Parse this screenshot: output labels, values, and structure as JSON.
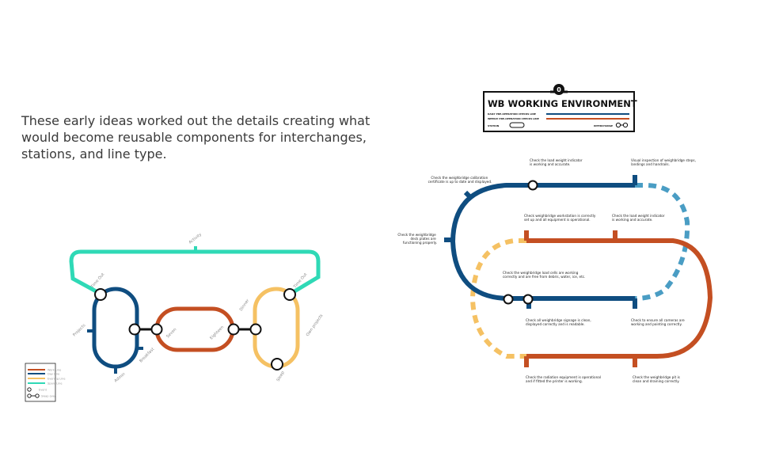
{
  "intro_text": "These early ideas worked out the details creating what would become reusable components for interchanges, stations, and line type.",
  "colors": {
    "work": "#c44f22",
    "day": "#0f4d80",
    "evening": "#f5c163",
    "spare": "#2fd9b6",
    "dashed_blue": "#4a9dc4"
  },
  "sketch": {
    "labels": {
      "activity": "Activity",
      "time_out_left": "Time Out",
      "projects": "Projects",
      "admin": "Admin",
      "breakfast": "Breakfast",
      "seven": "Seven",
      "eighteen": "Eighteen",
      "dinner": "Dinner",
      "time_out_right": "Time Out",
      "own_projects": "Own projects",
      "sleep": "Sleep"
    },
    "legend": [
      "Work Line",
      "Day Line",
      "Evening Line",
      "Spare Line",
      "Event",
      "Swap over"
    ]
  },
  "map": {
    "title": "WB WORKING ENVIRONMENT",
    "badge": "0",
    "daily_label": "DAILY PRE-OPERATION CHECKS LINE",
    "weekly_label": "WEEKLY PRE-OPERATION CHECKS LINE",
    "station_label": "STATION",
    "interchange_label": "INTERCHANGE",
    "checks": {
      "calibration": [
        "Check the weighbridge calibration",
        "certificate is up to date and displayed."
      ],
      "load_indicator_top": [
        "Check the load weight indicator",
        "is working and accurate."
      ],
      "visual_inspection": [
        "Visual inspection of weighbridge steps,",
        "landings and handrails."
      ],
      "deck_plates": [
        "Check the weighbridge",
        "deck plates are",
        "functioning properly."
      ],
      "workstation": [
        "Check weighbridge workstation is correctly",
        "set up and all equipment is operational."
      ],
      "load_indicator_mid": [
        "Check the load weight indicator",
        "is working and accurate."
      ],
      "load_cells": [
        "Check the weighbridge load cells are working",
        "correctly and are free from debris, water, ice, etc."
      ],
      "signage": [
        "Check all weighbridge signage is clean,",
        "displayed correctly and is readable."
      ],
      "cameras": [
        "Check to ensure all cameras are",
        "working and pointing correctly."
      ],
      "radiation": [
        "Check the radiation equipment is operational",
        "and if fitted the printer is working."
      ],
      "pit": [
        "Check the weighbridge pit is",
        "clean and draining correctly."
      ]
    }
  }
}
